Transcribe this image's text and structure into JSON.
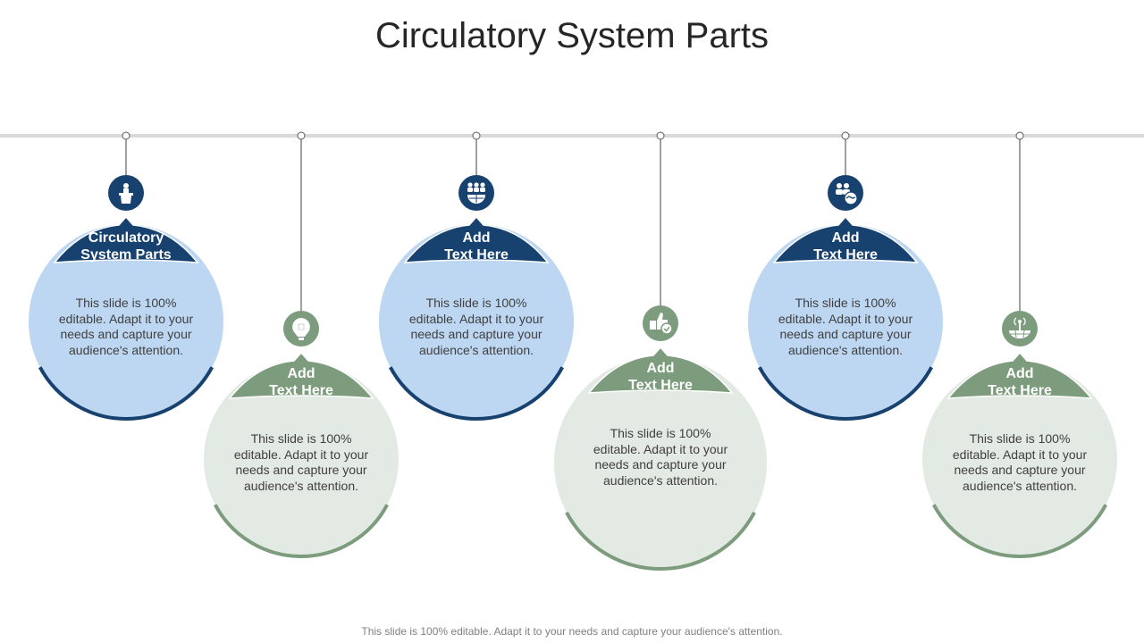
{
  "title": "Circulatory System Parts",
  "footer": "This slide is 100% editable. Adapt it to your needs and capture your audience's attention.",
  "colors": {
    "blue_dark": "#17416F",
    "blue_light": "#BDD6F1",
    "green_dark": "#7D9C7D",
    "green_light": "#E3E9E3",
    "rail": "#D9D9D9",
    "connector": "#404040"
  },
  "items": [
    {
      "icon": "speaker-podium-icon",
      "theme": "blue",
      "heading_line1": "Circulatory",
      "heading_line2": "System Parts",
      "body": "This slide is 100% editable. Adapt it to your needs and capture your audience's attention."
    },
    {
      "icon": "lightbulb-puzzle-icon",
      "theme": "green",
      "heading_line1": "Add",
      "heading_line2": "Text Here",
      "body": "This slide is 100% editable. Adapt it to your needs and capture your audience's attention."
    },
    {
      "icon": "global-team-icon",
      "theme": "blue",
      "heading_line1": "Add",
      "heading_line2": "Text Here",
      "body": "This slide is 100% editable. Adapt it to your needs and capture your audience's attention."
    },
    {
      "icon": "thumbs-up-check-icon",
      "theme": "green",
      "heading_line1": "Add",
      "heading_line2": "Text Here",
      "body": "This slide is 100% editable. Adapt it to your needs and capture your audience's attention."
    },
    {
      "icon": "people-handshake-icon",
      "theme": "blue",
      "heading_line1": "Add",
      "heading_line2": "Text Here",
      "body": "This slide is 100% editable. Adapt it to your needs and capture your audience's attention."
    },
    {
      "icon": "global-antenna-icon",
      "theme": "green",
      "heading_line1": "Add",
      "heading_line2": "Text Here",
      "body": "This slide is 100% editable. Adapt it to your needs and capture your audience's attention."
    }
  ]
}
